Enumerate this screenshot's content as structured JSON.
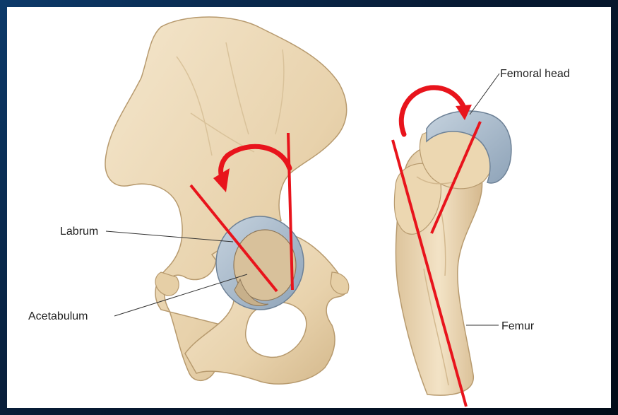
{
  "labels": {
    "labrum": "Labrum",
    "acetabulum": "Acetabulum",
    "femoral_head": "Femoral head",
    "femur": "Femur"
  },
  "colors": {
    "bone": "#ecd8b4",
    "bone_shadow": "#d4b88e",
    "cartilage": "#a9b9c8",
    "annotation_red": "#e8141c",
    "leader": "#333333"
  }
}
